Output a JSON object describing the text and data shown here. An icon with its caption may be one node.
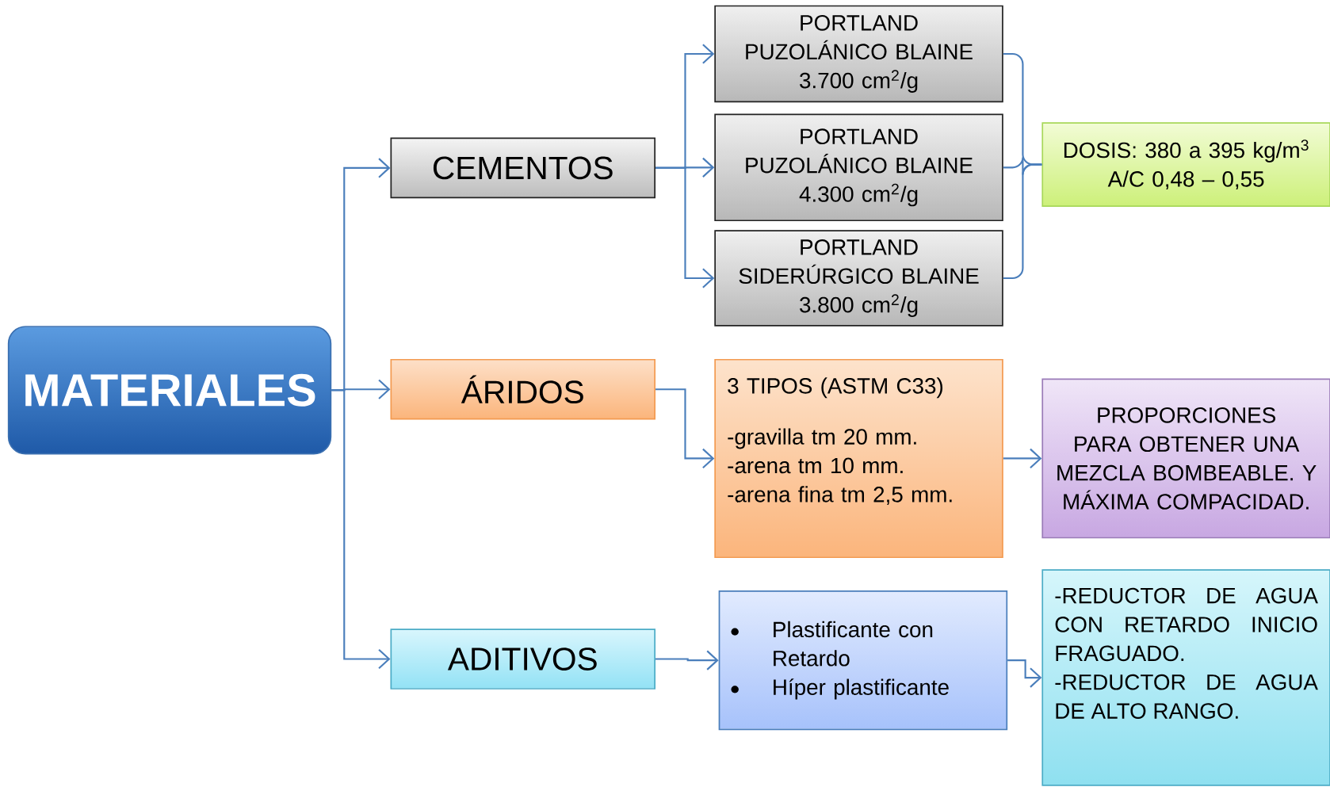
{
  "diagram": {
    "nodes": [
      {
        "text": [
          "MATERIALES"
        ]
      },
      {
        "text": [
          "CEMENTOS"
        ]
      },
      {
        "text": [
          "PORTLAND PUZOLÁNICO BLAINE",
          "3.700 cm$^{2}$/g"
        ]
      },
      {
        "text": [
          "PORTLAND PUZOLÁNICO BLAINE",
          "4.300 cm$^{2}$/g"
        ]
      },
      {
        "text": [
          "PORTLAND SIDERÚRGICO BLAINE",
          "3.800 cm$^{2}$/g"
        ]
      },
      {
        "text": [
          "DOSIS: 380 a 395 kg/m$^{3}$",
          "A/C 0,48 – 0,55"
        ]
      },
      {
        "text": [
          "ÁRIDOS"
        ]
      },
      {
        "text": [
          "3 TIPOS (ASTM C33)",
          "-gravilla tm 20 mm.",
          "-arena tm 10 mm.",
          "-arena fina tm 2,5 mm."
        ]
      },
      {
        "text": [
          "PROPORCIONES PARA OBTENER UNA MEZCLA BOMBEABLE. Y MÁXIMA COMPACIDAD."
        ]
      },
      {
        "text": [
          "ADITIVOS"
        ]
      },
      {
        "text": [
          "Plastificante con Retardo",
          "Híper plastificante"
        ]
      },
      {
        "text": [
          "-REDUCTOR DE AGUA CON RETARDO INICIO FRAGUADO.",
          "-REDUCTOR DE AGUA DE ALTO RANGO."
        ]
      }
    ],
    "edges": [
      {
        "from": 0,
        "to": 1,
        "arrow": "to"
      },
      {
        "from": 0,
        "to": 6,
        "arrow": "to"
      },
      {
        "from": 0,
        "to": 9,
        "arrow": "to"
      },
      {
        "from": 1,
        "to": 2,
        "arrow": "to"
      },
      {
        "from": 1,
        "to": 3,
        "arrow": "to"
      },
      {
        "from": 1,
        "to": 4,
        "arrow": "to"
      },
      {
        "from": 2,
        "to": 5,
        "arrow": "none"
      },
      {
        "from": 3,
        "to": 5,
        "arrow": "none"
      },
      {
        "from": 4,
        "to": 5,
        "arrow": "none"
      },
      {
        "from": 6,
        "to": 7,
        "arrow": "to"
      },
      {
        "from": 7,
        "to": 8,
        "arrow": "to"
      },
      {
        "from": 9,
        "to": 10,
        "arrow": "to"
      },
      {
        "from": 10,
        "to": 11,
        "arrow": "to"
      }
    ]
  }
}
